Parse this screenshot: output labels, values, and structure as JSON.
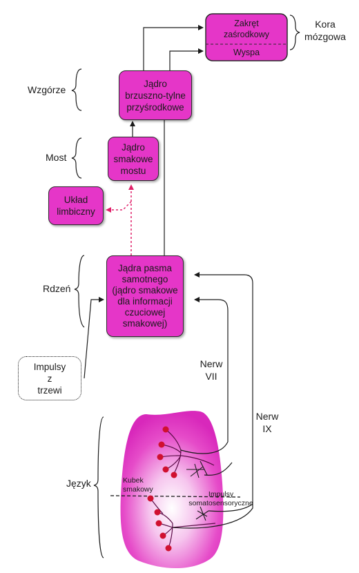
{
  "colors": {
    "box_fill": "#e536c8",
    "arrow": "#1a1a1a",
    "limbic_arrow": "#e0206a",
    "tongue": "#e030c0",
    "receptor": "#d01030"
  },
  "cortex": {
    "upper": "Zakręt\nzaśrodkowy",
    "lower": "Wyspa",
    "label": "Kora\nmózgowa"
  },
  "thalamus": {
    "box": "Jądro\nbrzuszno-tylne\nprzyśrodkowe",
    "label": "Wzgórze"
  },
  "pons": {
    "box": "Jądro\nsmakowe\nmostu",
    "label": "Most"
  },
  "limbic": {
    "box": "Układ\nlimbiczny"
  },
  "medulla": {
    "box": "Jądra pasma\nsamotnego\n(jądro smakowe\ndla informacji\nczuciowej\nsmakowej)",
    "label": "Rdzeń"
  },
  "visceral": {
    "box": "Impulsy\nz\ntrzewi"
  },
  "nerves": {
    "vii": "Nerw\nVII",
    "ix": "Nerw\nIX"
  },
  "tongue": {
    "label": "Język",
    "taste_bud": "Kubek\nsmakowy",
    "somatosensory": "Impulsy\nsomatosensoryczne"
  }
}
